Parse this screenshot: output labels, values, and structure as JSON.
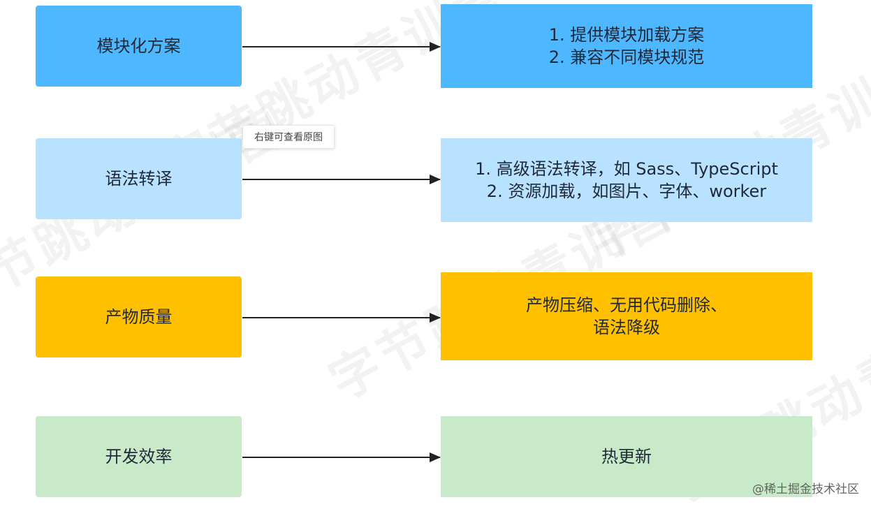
{
  "rows": [
    {
      "left": {
        "text": "模块化方案",
        "color": "#4db8ff"
      },
      "right": {
        "lines": [
          "1. 提供模块加载方案",
          "2. 兼容不同模块规范"
        ],
        "color": "#4db8ff"
      }
    },
    {
      "left": {
        "text": "语法转译",
        "color": "#b8e2ff"
      },
      "right": {
        "lines": [
          "1. 高级语法转译，如 Sass、TypeScript",
          "2. 资源加载，如图片、字体、worker"
        ],
        "color": "#b8e2ff"
      }
    },
    {
      "left": {
        "text": "产物质量",
        "color": "#ffc000"
      },
      "right": {
        "lines": [
          "产物压缩、无用代码删除、",
          "语法降级"
        ],
        "color": "#ffc000"
      }
    },
    {
      "left": {
        "text": "开发效率",
        "color": "#c8eac8"
      },
      "right": {
        "lines": [
          "热更新"
        ],
        "color": "#c8eac8"
      }
    }
  ],
  "tooltip": {
    "text": "右键可查看原图"
  },
  "watermark": {
    "text": "字节跳动青训营"
  },
  "credit": {
    "text": "@稀土掘金技术社区"
  }
}
